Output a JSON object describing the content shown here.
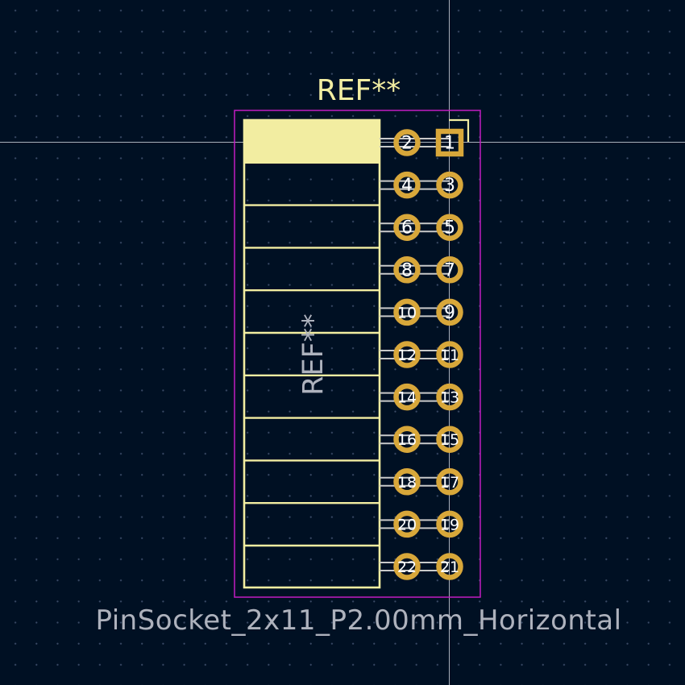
{
  "colors": {
    "background": "#001023",
    "silkscreen": "#f2eda1",
    "pad": "#d8a73a",
    "courtyard": "#c21cc2",
    "fab_text": "#aeb2bd",
    "pin_lines": "#c9c9c9"
  },
  "footprint": {
    "reference_top": "REF**",
    "reference_body": "REF**",
    "name": "PinSocket_2x11_P2.00mm_Horizontal"
  },
  "pads": [
    {
      "left": "2",
      "right": "1"
    },
    {
      "left": "4",
      "right": "3"
    },
    {
      "left": "6",
      "right": "5"
    },
    {
      "left": "8",
      "right": "7"
    },
    {
      "left": "10",
      "right": "9"
    },
    {
      "left": "12",
      "right": "11"
    },
    {
      "left": "14",
      "right": "13"
    },
    {
      "left": "16",
      "right": "15"
    },
    {
      "left": "18",
      "right": "17"
    },
    {
      "left": "20",
      "right": "19"
    },
    {
      "left": "22",
      "right": "21"
    }
  ]
}
